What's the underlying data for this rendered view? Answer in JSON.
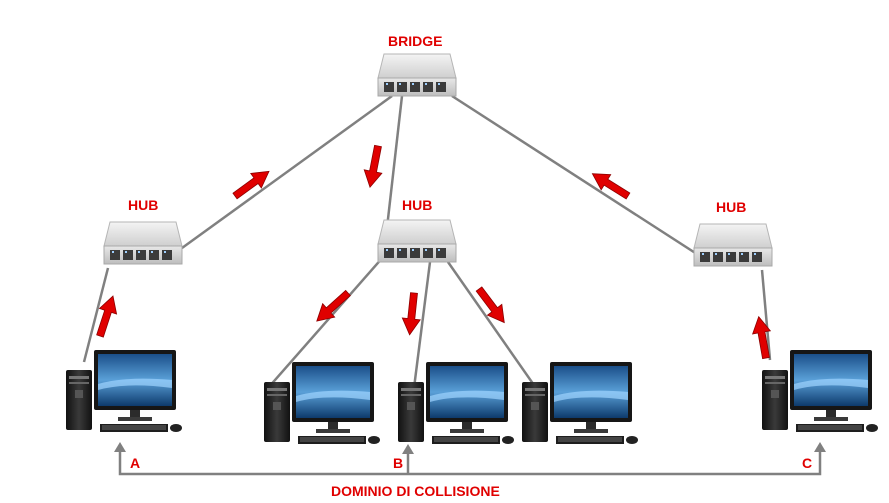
{
  "labels": {
    "bridge": "BRIDGE",
    "hub_left": "HUB",
    "hub_center": "HUB",
    "hub_right": "HUB",
    "pc_a": "A",
    "pc_b": "B",
    "pc_c": "C",
    "collision_domain": "DOMINIO DI COLLISIONE"
  },
  "colors": {
    "label": "#e00000",
    "arrow": "#e00000",
    "cable": "#808080",
    "device_body": "#e6e6e6",
    "screen": "#2a6fb4"
  },
  "icons": [
    "bridge-icon",
    "hub-icon",
    "desktop-computer-icon",
    "arrow-icon"
  ]
}
